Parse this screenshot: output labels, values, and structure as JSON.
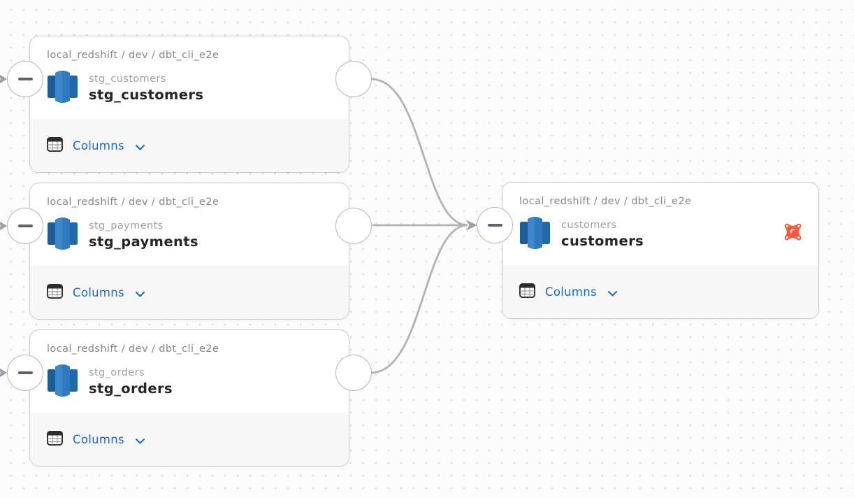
{
  "canvas": {
    "background_color": "#fcfcfc",
    "dot_color": "#d7d7db"
  },
  "colors": {
    "accent_blue": "#1767da",
    "edge_gray": "#b2b2b6",
    "arrow_gray": "#9aa0a6",
    "dbt_orange": "#f65b40",
    "redshift_blue_dark": "#1c5c99",
    "redshift_blue_mid": "#3079bf",
    "card_border": "#c7c9cd",
    "footer_bg": "#f7f7f8"
  },
  "nodes": [
    {
      "id": "stg_customers",
      "breadcrumb": "local_redshift / dev / dbt_cli_e2e",
      "subtitle": "stg_customers",
      "title": "stg_customers",
      "footer_label": "Columns",
      "source_icon": "redshift-table-icon",
      "has_dbt_badge": false
    },
    {
      "id": "stg_payments",
      "breadcrumb": "local_redshift / dev / dbt_cli_e2e",
      "subtitle": "stg_payments",
      "title": "stg_payments",
      "footer_label": "Columns",
      "source_icon": "redshift-table-icon",
      "has_dbt_badge": false
    },
    {
      "id": "stg_orders",
      "breadcrumb": "local_redshift / dev / dbt_cli_e2e",
      "subtitle": "stg_orders",
      "title": "stg_orders",
      "footer_label": "Columns",
      "source_icon": "redshift-table-icon",
      "has_dbt_badge": false
    },
    {
      "id": "customers",
      "breadcrumb": "local_redshift / dev / dbt_cli_e2e",
      "subtitle": "customers",
      "title": "customers",
      "footer_label": "Columns",
      "source_icon": "redshift-table-icon",
      "has_dbt_badge": true
    }
  ],
  "edges": [
    {
      "from": "stg_customers",
      "to": "customers"
    },
    {
      "from": "stg_payments",
      "to": "customers"
    },
    {
      "from": "stg_orders",
      "to": "customers"
    }
  ],
  "upstream_stubs": [
    {
      "into": "stg_customers"
    },
    {
      "into": "stg_payments"
    },
    {
      "into": "stg_orders"
    }
  ]
}
